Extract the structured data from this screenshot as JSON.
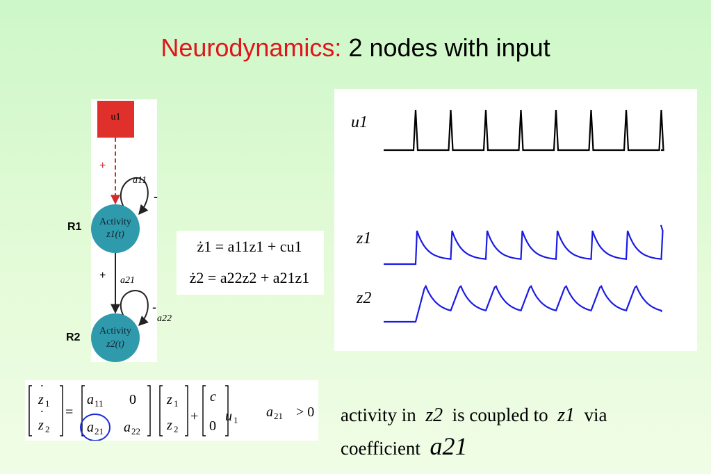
{
  "title": {
    "main": "Neurodynamics:",
    "rest": "2 nodes with input"
  },
  "network": {
    "input_node": "u1",
    "region1": {
      "label": "R1",
      "node_line1": "Activity",
      "node_line2": "z1(t)"
    },
    "region2": {
      "label": "R2",
      "node_line1": "Activity",
      "node_line2": "z2(t)"
    },
    "input_sign": "+",
    "coupling_sign": "+",
    "self_sign1": "-",
    "self_sign2": "-",
    "a11": "a11",
    "a21": "a21",
    "a22": "a22"
  },
  "equations": {
    "eq1": "ż1 = a11z1 + cu1",
    "eq2": "ż2 = a22z2 + a21z1"
  },
  "matrix_form": {
    "constraint": "a21 > 0",
    "circled_entry": "a21",
    "circle_color": "#1a2ad8"
  },
  "timeseries": {
    "labels": [
      "u1",
      "z1",
      "z2"
    ],
    "pulse_count": 8,
    "colors": {
      "u": "#000000",
      "z": "#1a1ae6"
    }
  },
  "description": {
    "line1_a": "activity in",
    "var1": "z2",
    "line1_b": "is coupled to",
    "var2": "z1",
    "line1_c": "via",
    "line2": "coefficient",
    "var3": "a21"
  },
  "colors": {
    "title_red": "#e2141b",
    "node": "#2e9aab",
    "input": "#e0302b",
    "arrow_dashed": "#d42a2a"
  }
}
